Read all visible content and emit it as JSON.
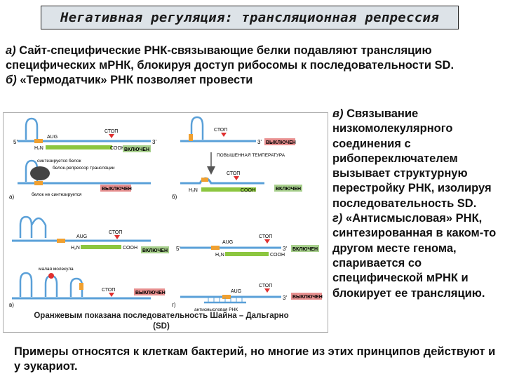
{
  "title": "Негативная регуляция: трансляционная репрессия",
  "intro": {
    "a_prefix": "а)",
    "a_text": "Сайт-специфические РНК-связывающие белки подавляют трансляцию специфических мРНК, блокируя доступ рибосомы к последовательности SD.",
    "b_prefix": "б)",
    "b_text": "«Термодатчик» РНК позволяет провести эффективную инициацию трансляции только при повышенной температуре."
  },
  "right_column": {
    "v_prefix": "в)",
    "v_text": "Связывание низкомолекулярного соединения с рибопереключателем вызывает структурную перестройку РНК, изолируя последовательность SD.",
    "g_prefix": "г)",
    "g_text": "«Антисмысловая» РНК, синтезированная в каком-то другом месте генома, спаривается со специфической мРНК и блокирует ее трансляцию."
  },
  "figure": {
    "labels": {
      "aug": "AUG",
      "stop": "СТОП",
      "h2n": "H₂N",
      "cooh": "COOH",
      "five_prime": "5'",
      "three_prime": "3'",
      "on": "ВКЛЮЧЕН",
      "off": "ВЫКЛЮЧЕН",
      "protein_synth": "синтезируется белок",
      "protein_not_synth": "белок не синтезируется",
      "repressor": "белок-репрессор трансляции",
      "high_temp": "ПОВЫШЕННАЯ ТЕМПЕРАТУРА",
      "small_molecule": "малая молекула",
      "antisense": "антисмысловая РНК",
      "panel_a": "а)",
      "panel_b": "б)",
      "panel_v": "в)",
      "panel_g": "г)"
    },
    "caption": "Оранжевым показана последовательность Шайна – Дальгарно (SD)"
  },
  "bottom_text": "Примеры относятся к клеткам бактерий, но многие из этих принципов действуют и у эукариот.",
  "colors": {
    "rna": "#5aa0d8",
    "sd": "#f0a030",
    "protein": "#8cc63f",
    "on_badge": "#a8d08d",
    "off_badge": "#e89090",
    "repressor": "#444444",
    "stop_marker": "#e03030"
  }
}
